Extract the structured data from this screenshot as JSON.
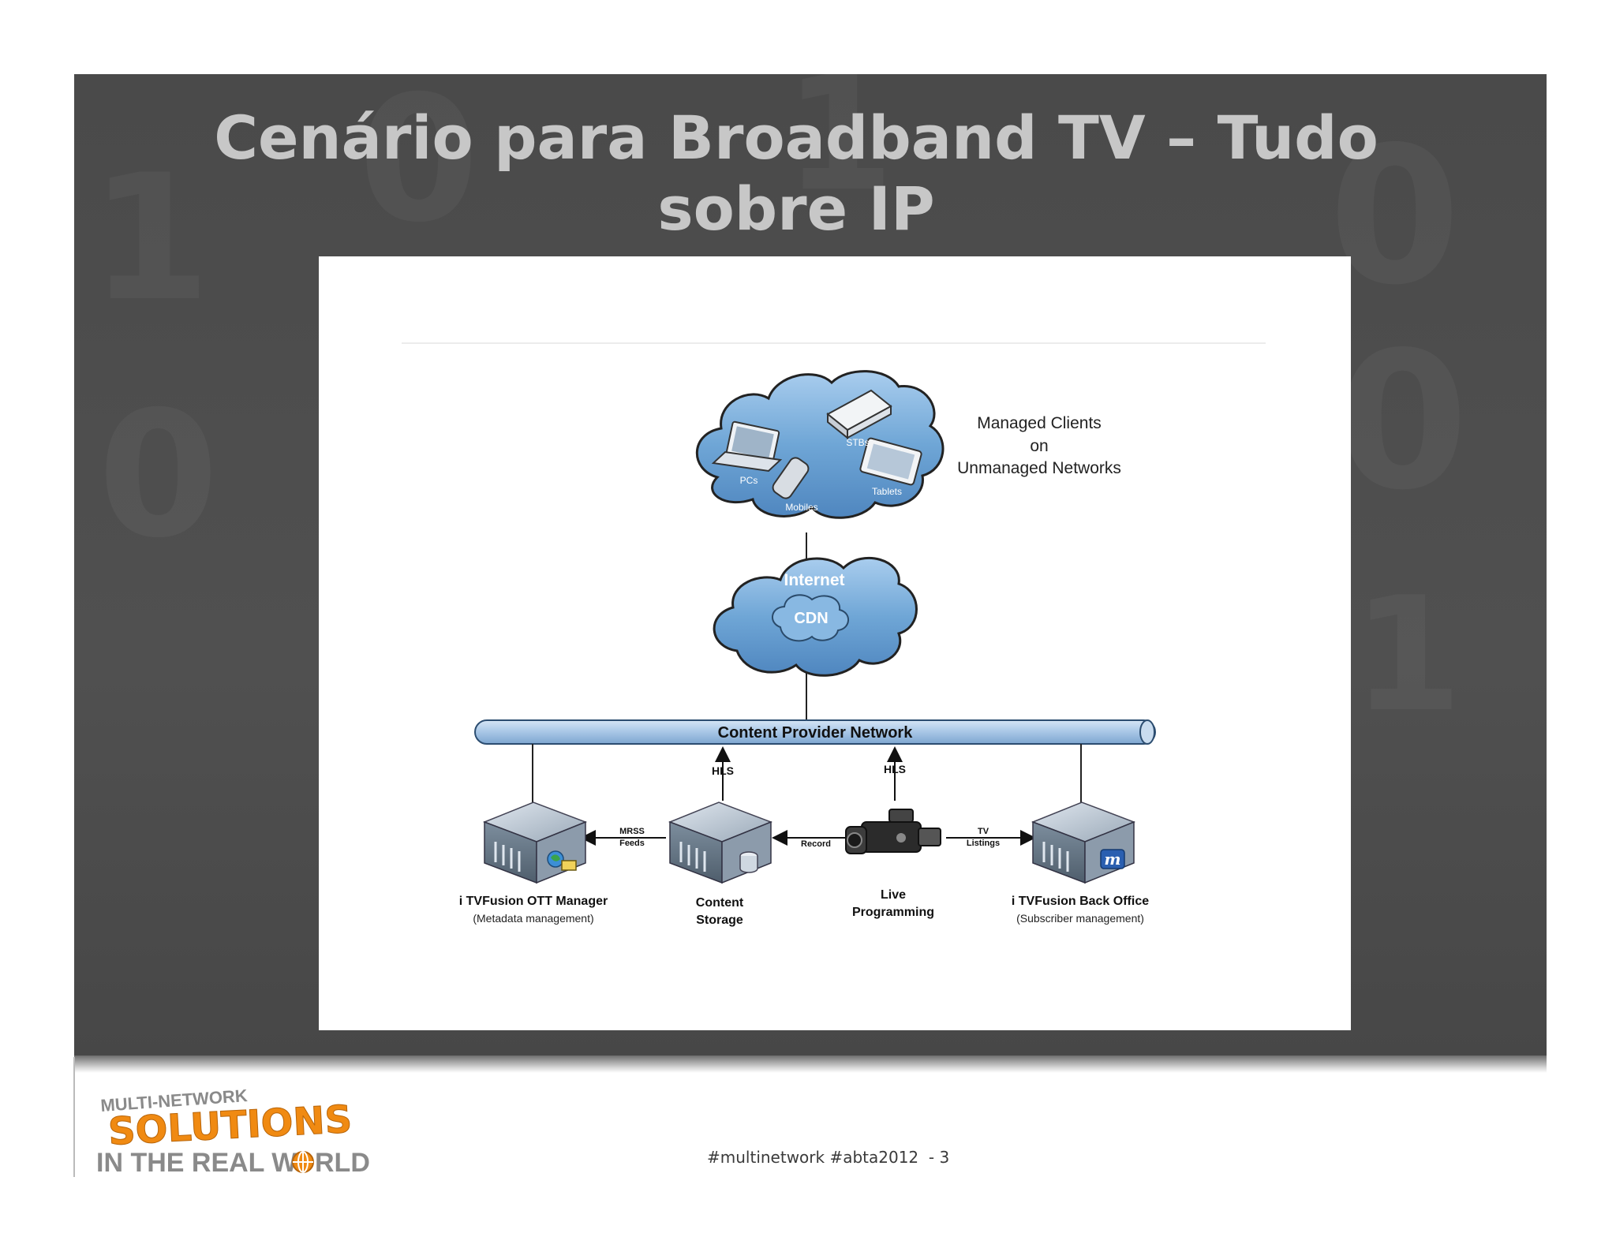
{
  "slide": {
    "title": "Cenário para Broadband TV – Tudo sobre IP",
    "footer": "#multinetwork #abta2012  - 3"
  },
  "logo": {
    "line1": "MULTI-NETWORK",
    "line2": "SOLUTIONS",
    "line3": "IN THE REAL W",
    "line3_end": "RLD"
  },
  "diagram": {
    "clients_cloud": {
      "devices": [
        "PCs",
        "Mobiles",
        "STBs",
        "Tablets"
      ],
      "caption": [
        "Managed Clients",
        "on",
        "Unmanaged Networks"
      ]
    },
    "internet_cloud": {
      "label": "Internet",
      "inner": "CDN"
    },
    "network_bar": "Content Provider Network",
    "link_labels": {
      "hls_left": "HLS",
      "hls_right": "HLS",
      "mrss": [
        "MRSS",
        "Feeds"
      ],
      "record": "Record",
      "tv": [
        "TV",
        "Listings"
      ]
    },
    "nodes": {
      "ott": {
        "title": "i TVFusion OTT Manager",
        "subtitle": "(Metadata management)"
      },
      "storage": {
        "title": "Content",
        "title2": "Storage"
      },
      "live": {
        "title": "Live",
        "title2": "Programming"
      },
      "backoffice": {
        "title": "i TVFusion Back Office",
        "subtitle": "(Subscriber management)"
      }
    }
  },
  "colors": {
    "title": "#c7c7c7",
    "slide_bg": "#4c4c4c",
    "cloud": "#7fb0db",
    "network_bar": "#a9c8e8",
    "logo_orange": "#f08a12",
    "logo_gray": "#8a8a8a"
  }
}
